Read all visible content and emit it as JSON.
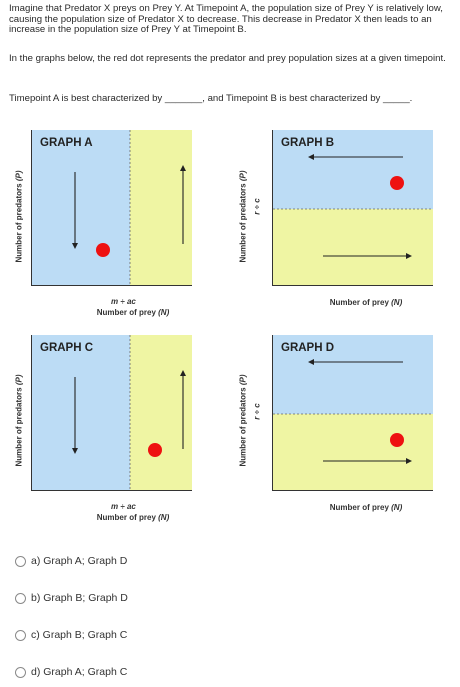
{
  "question": {
    "line1": "Imagine that Predator X preys on Prey Y. At Timepoint A, the population size of Prey Y is relatively low, causing the population size of Predator X to decrease.  This decrease in Predator X then leads to an increase in the population size of Prey Y at Timepoint B.",
    "line2": "In the graphs below, the red dot represents the predator and prey population sizes at a given timepoint.",
    "line3": "Timepoint A is best characterized by _______, and Timepoint B is best characterized by _____."
  },
  "graphs": {
    "y_label_main": "Number of predators",
    "y_label_var": "(P)",
    "x_label_main": "Number of prey",
    "x_label_var": "(N)",
    "eq_vertical": "m ÷ ac",
    "eq_horizontal": "r ÷ c",
    "A": {
      "title": "GRAPH A"
    },
    "B": {
      "title": "GRAPH B"
    },
    "C": {
      "title": "GRAPH C"
    },
    "D": {
      "title": "GRAPH D"
    },
    "colors": {
      "blue": "#bcdcf5",
      "yellow": "#eff5a3",
      "dot": "#ee1111",
      "axis": "#333333"
    }
  },
  "options": [
    {
      "label": "a) Graph A; Graph D"
    },
    {
      "label": "b) Graph B; Graph D"
    },
    {
      "label": "c) Graph B; Graph C"
    },
    {
      "label": "d) Graph A; Graph C"
    }
  ]
}
